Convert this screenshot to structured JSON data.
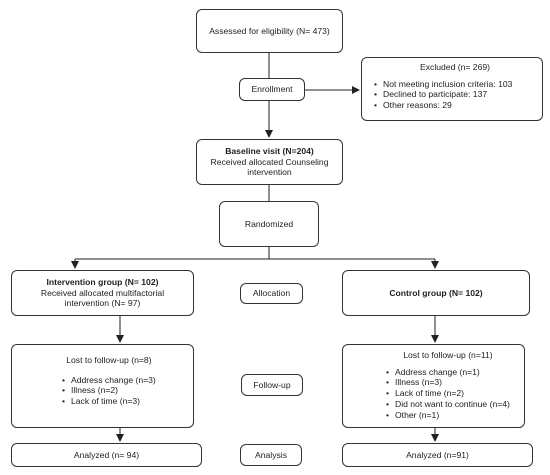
{
  "assessed": "Assessed for eligibility (N= 473)",
  "enrollment": "Enrollment",
  "excluded": {
    "title": "Excluded (n= 269)",
    "items": [
      "Not meeting inclusion criteria: 103",
      "Declined to participate: 137",
      "Other reasons: 29"
    ]
  },
  "baseline": {
    "title": "Baseline visit (N=204)",
    "line2": "Received allocated Counseling",
    "line3": "intervention"
  },
  "randomized": "Randomized",
  "allocation": "Allocation",
  "followup": "Follow-up",
  "analysis": "Analysis",
  "intervention": {
    "title": "Intervention group (N= 102)",
    "line2": "Received allocated multifactorial",
    "line3": "intervention (N= 97)",
    "lost_title": "Lost to follow-up (n=8)",
    "lost_items": [
      "Address change (n=3)",
      "Illness (n=2)",
      "Lack of time (n=3)"
    ],
    "analyzed": "Analyzed (n= 94)"
  },
  "control": {
    "title": "Control group (N= 102)",
    "lost_title": "Lost to follow-up (n=11)",
    "lost_items": [
      "Address change (n=1)",
      "Illness (n=3)",
      "Lack of time (n=2)",
      "Did not want to continue (n=4)",
      "Other (n=1)"
    ],
    "analyzed": "Analyzed (n=91)"
  }
}
